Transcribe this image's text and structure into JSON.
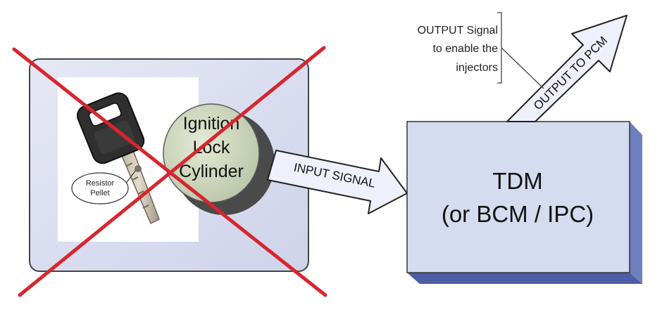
{
  "ignition_cylinder": {
    "label_lines": [
      "Ignition",
      "Lock",
      "Cylinder"
    ]
  },
  "resistor_pellet": {
    "label_lines": [
      "Resistor",
      "Pellet"
    ]
  },
  "input_arrow": {
    "label": "INPUT SIGNAL"
  },
  "output_arrow": {
    "label": "OUTPUT TO PCM"
  },
  "output_note": {
    "lines": [
      "OUTPUT Signal",
      "to enable the",
      "injectors"
    ]
  },
  "module": {
    "lines": [
      "TDM",
      "(or BCM / IPC)"
    ]
  },
  "colors": {
    "panel": "#d9dcef",
    "module": "#d6dcef",
    "module_side": "#6e7fbf",
    "arrow_fill": "#eef0fb",
    "cylinder_face": "#d3dcc3",
    "cylinder_body": "#4a4a4a",
    "cross": "#d7262e"
  }
}
